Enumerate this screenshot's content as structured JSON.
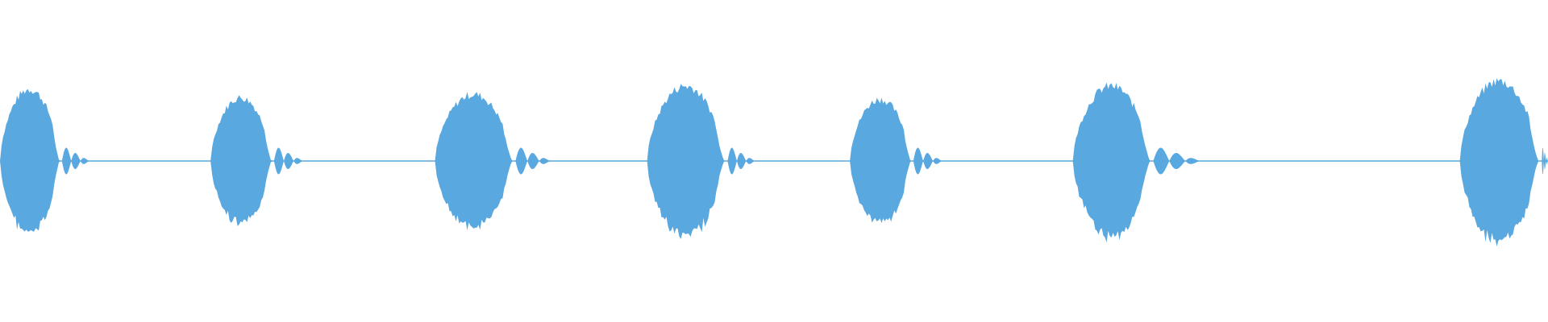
{
  "waveform": {
    "color": "#5aa8e0",
    "baseline_color": "#5aa8e0",
    "background": "#ffffff",
    "bursts": [
      {
        "start": 0.0,
        "end": 0.04,
        "peak": 0.86,
        "tail_end": 0.058
      },
      {
        "start": 0.136,
        "end": 0.177,
        "peak": 0.76,
        "tail_end": 0.196
      },
      {
        "start": 0.281,
        "end": 0.333,
        "peak": 0.8,
        "tail_end": 0.356
      },
      {
        "start": 0.418,
        "end": 0.47,
        "peak": 0.9,
        "tail_end": 0.488
      },
      {
        "start": 0.549,
        "end": 0.59,
        "peak": 0.74,
        "tail_end": 0.609
      },
      {
        "start": 0.693,
        "end": 0.745,
        "peak": 0.9,
        "tail_end": 0.776
      },
      {
        "start": 0.943,
        "end": 0.996,
        "peak": 0.96,
        "tail_end": 1.0
      }
    ]
  }
}
